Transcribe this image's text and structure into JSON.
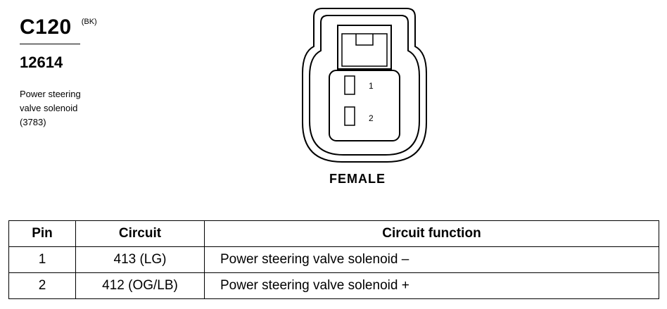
{
  "connector": {
    "code": "C120",
    "color_code": "(BK)",
    "part_number": "12614",
    "description_lines": [
      "Power steering",
      "valve solenoid",
      "(3783)"
    ],
    "gender": "FEMALE",
    "pin_labels": [
      "1",
      "2"
    ]
  },
  "table": {
    "headers": [
      "Pin",
      "Circuit",
      "Circuit function"
    ],
    "rows": [
      {
        "pin": "1",
        "circuit": "413 (LG)",
        "function": "Power steering valve solenoid  –"
      },
      {
        "pin": "2",
        "circuit": "412 (OG/LB)",
        "function": "Power steering valve solenoid  +"
      }
    ]
  }
}
